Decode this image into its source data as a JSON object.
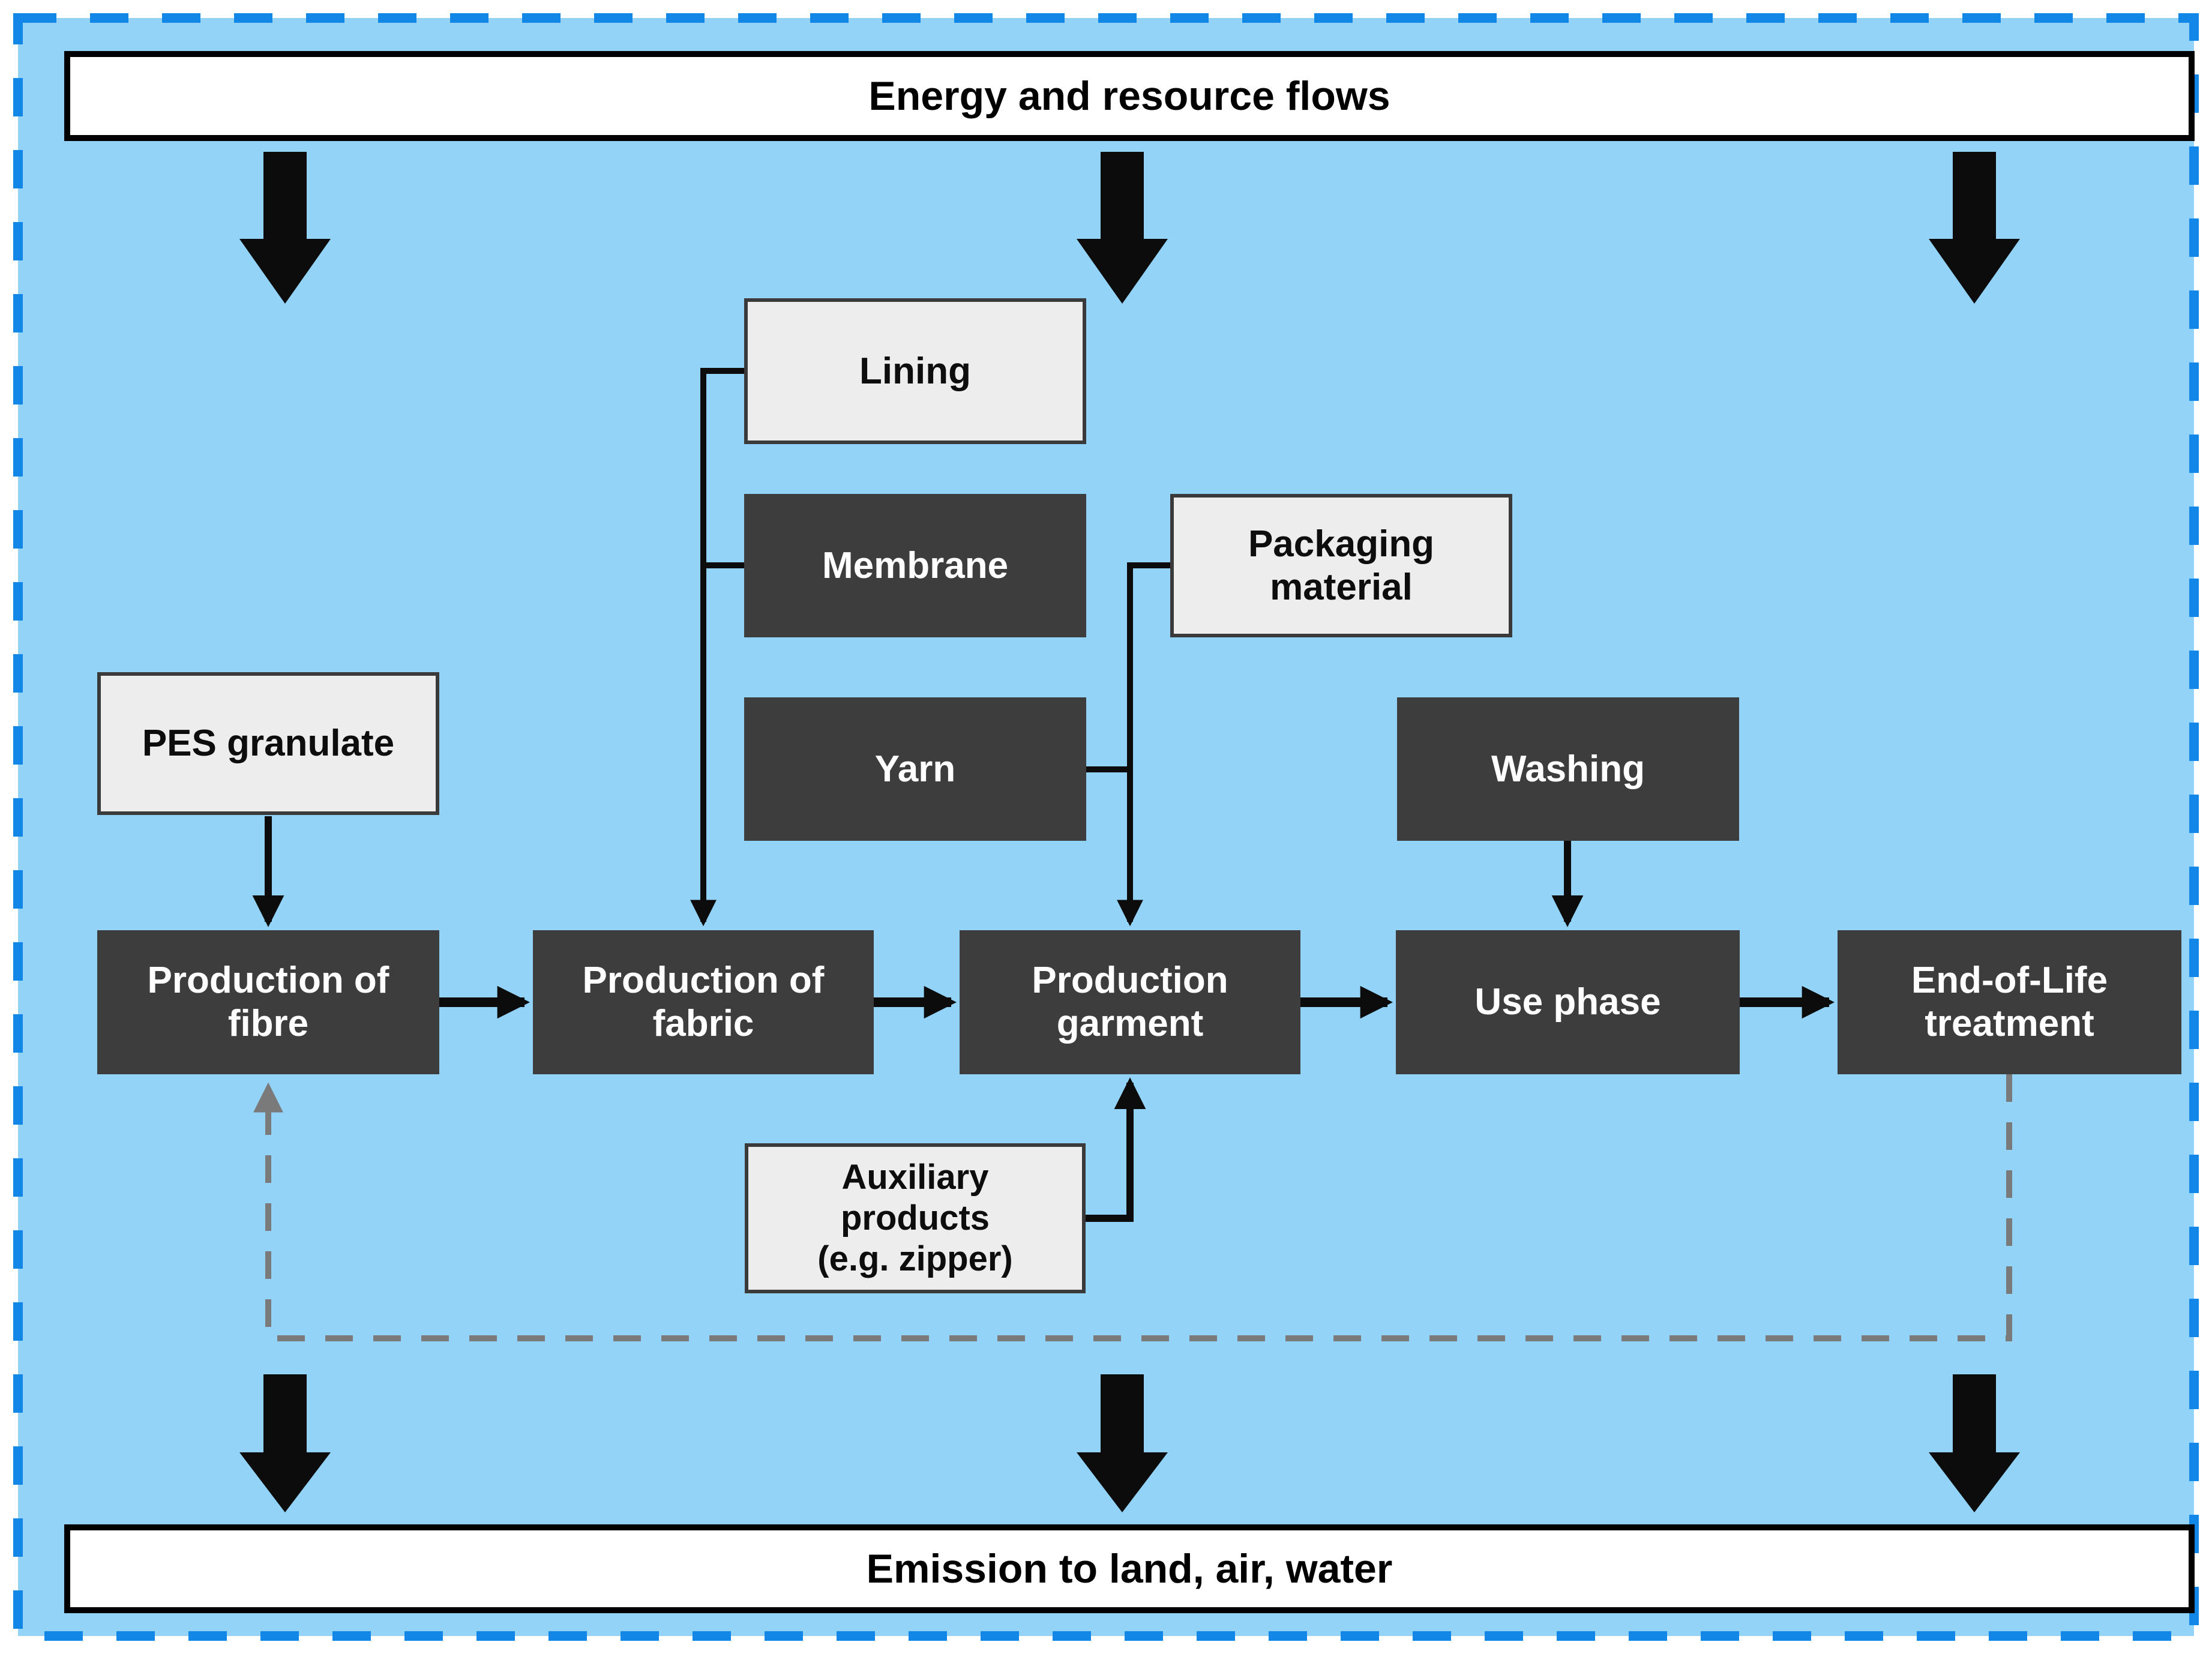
{
  "banners": {
    "top": "Energy and resource flows",
    "bottom": "Emission to land, air, water"
  },
  "nodes": {
    "pes_granulate": {
      "label": "PES granulate",
      "style": "light"
    },
    "lining": {
      "label": "Lining",
      "style": "light"
    },
    "membrane": {
      "label": "Membrane",
      "style": "dark"
    },
    "yarn": {
      "label": "Yarn",
      "style": "dark"
    },
    "packaging_material": {
      "label": "Packaging\nmaterial",
      "style": "light"
    },
    "washing": {
      "label": "Washing",
      "style": "dark"
    },
    "production_fibre": {
      "label": "Production of\nfibre",
      "style": "dark"
    },
    "production_fabric": {
      "label": "Production of\nfabric",
      "style": "dark"
    },
    "production_garment": {
      "label": "Production\ngarment",
      "style": "dark"
    },
    "use_phase": {
      "label": "Use phase",
      "style": "dark"
    },
    "end_of_life": {
      "label": "End-of-Life\ntreatment",
      "style": "dark"
    },
    "auxiliary_products": {
      "label": "Auxiliary\nproducts\n(e.g. zipper)",
      "style": "light"
    }
  },
  "colors": {
    "background": "#92d3f7",
    "frame_dash": "#1287e8",
    "dark_box": "#3d3d3d",
    "light_box": "#ededed",
    "light_box_border": "#3a3a3a",
    "banner_bg": "#ffffff",
    "banner_border": "#000000",
    "arrow_black": "#0c0c0c",
    "recycle_gray": "#7a7a7a"
  }
}
